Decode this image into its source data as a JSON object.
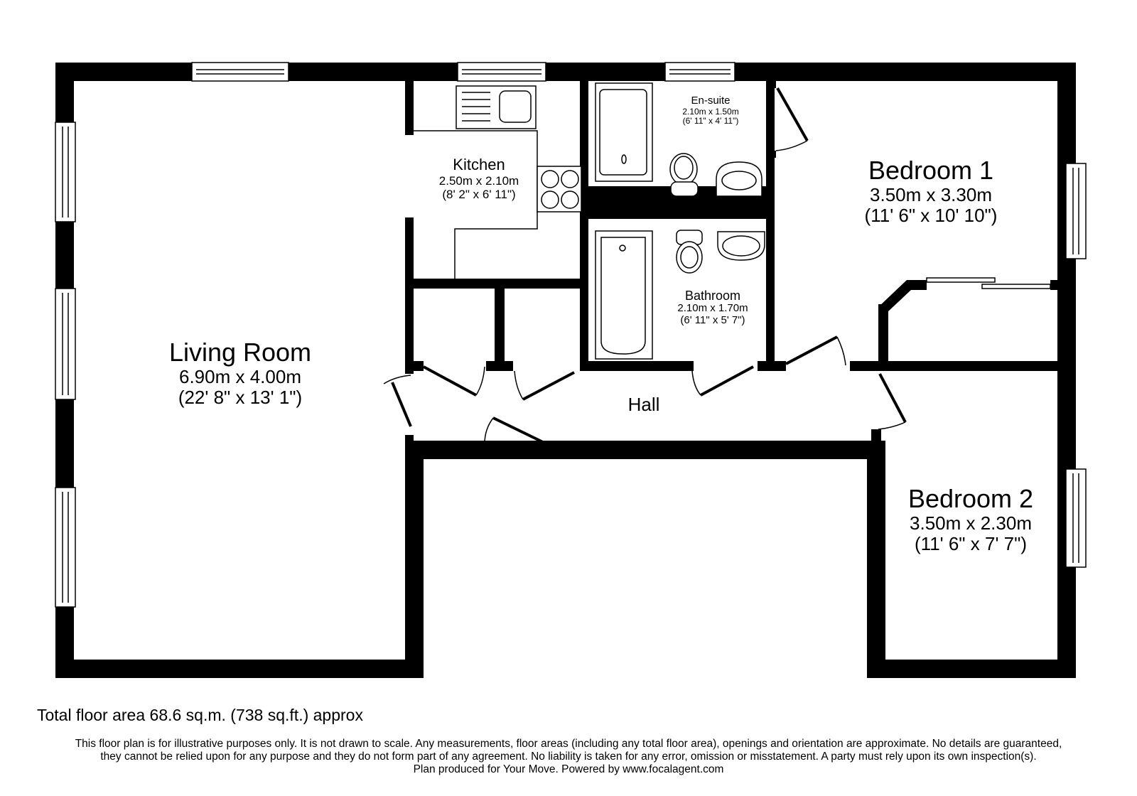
{
  "rooms": {
    "living_room": {
      "name": "Living Room",
      "metric": "6.90m x 4.00m",
      "imperial": "(22' 8\" x 13' 1\")"
    },
    "kitchen": {
      "name": "Kitchen",
      "metric": "2.50m x 2.10m",
      "imperial": "(8' 2\" x 6' 11\")"
    },
    "ensuite": {
      "name": "En-suite",
      "metric": "2.10m x 1.50m",
      "imperial": "(6' 11\" x 4' 11\")"
    },
    "bathroom": {
      "name": "Bathroom",
      "metric": "2.10m x 1.70m",
      "imperial": "(6' 11\" x 5' 7\")"
    },
    "bedroom1": {
      "name": "Bedroom 1",
      "metric": "3.50m x 3.30m",
      "imperial": "(11' 6\" x 10' 10\")"
    },
    "bedroom2": {
      "name": "Bedroom 2",
      "metric": "3.50m x 2.30m",
      "imperial": "(11' 6\" x 7' 7\")"
    },
    "hall": {
      "name": "Hall"
    }
  },
  "footer": {
    "total_area": "Total floor area 68.6 sq.m. (738 sq.ft.) approx",
    "disclaimer_lines": [
      "This floor plan is for illustrative purposes only. It is not drawn to scale. Any measurements, floor areas (including any total floor area), openings and orientation are approximate. No details are guaranteed,",
      "they cannot be relied upon for any purpose and they do not form part of any agreement. No liability is taken for any error, omission or misstatement. A party must rely upon its own inspection(s).",
      "Plan produced for Your Move. Powered by www.focalagent.com"
    ]
  },
  "colors": {
    "wall": "#000000",
    "background": "#ffffff"
  }
}
